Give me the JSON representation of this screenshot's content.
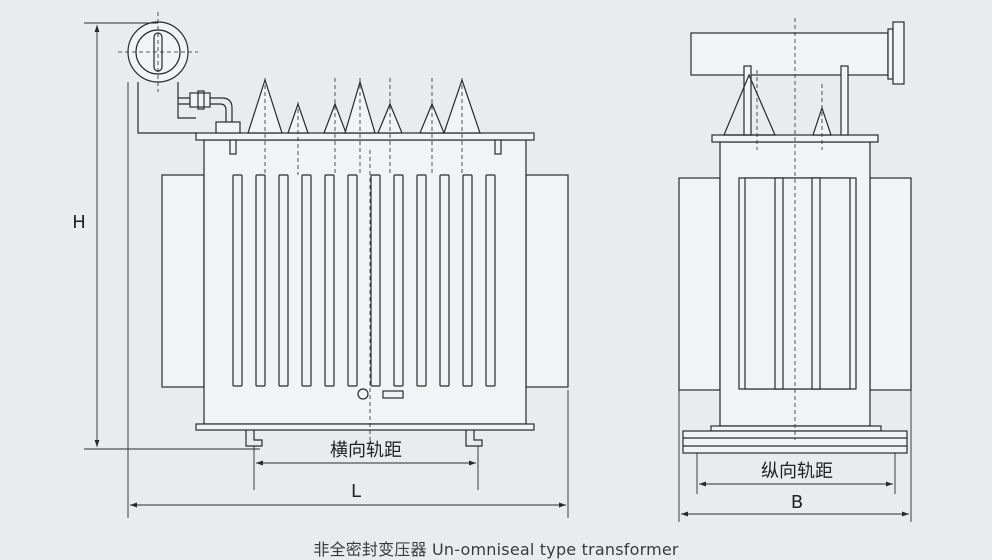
{
  "labels": {
    "height": "H",
    "length": "L",
    "width": "B",
    "transverse_gauge": "横向轨距",
    "longitudinal_gauge": "纵向轨距"
  },
  "caption": "非全密封变压器 Un-omniseal type transformer",
  "colors": {
    "background": "#e9ecee",
    "body_fill": "#f2f3f4",
    "line": "#2a2a2a"
  }
}
